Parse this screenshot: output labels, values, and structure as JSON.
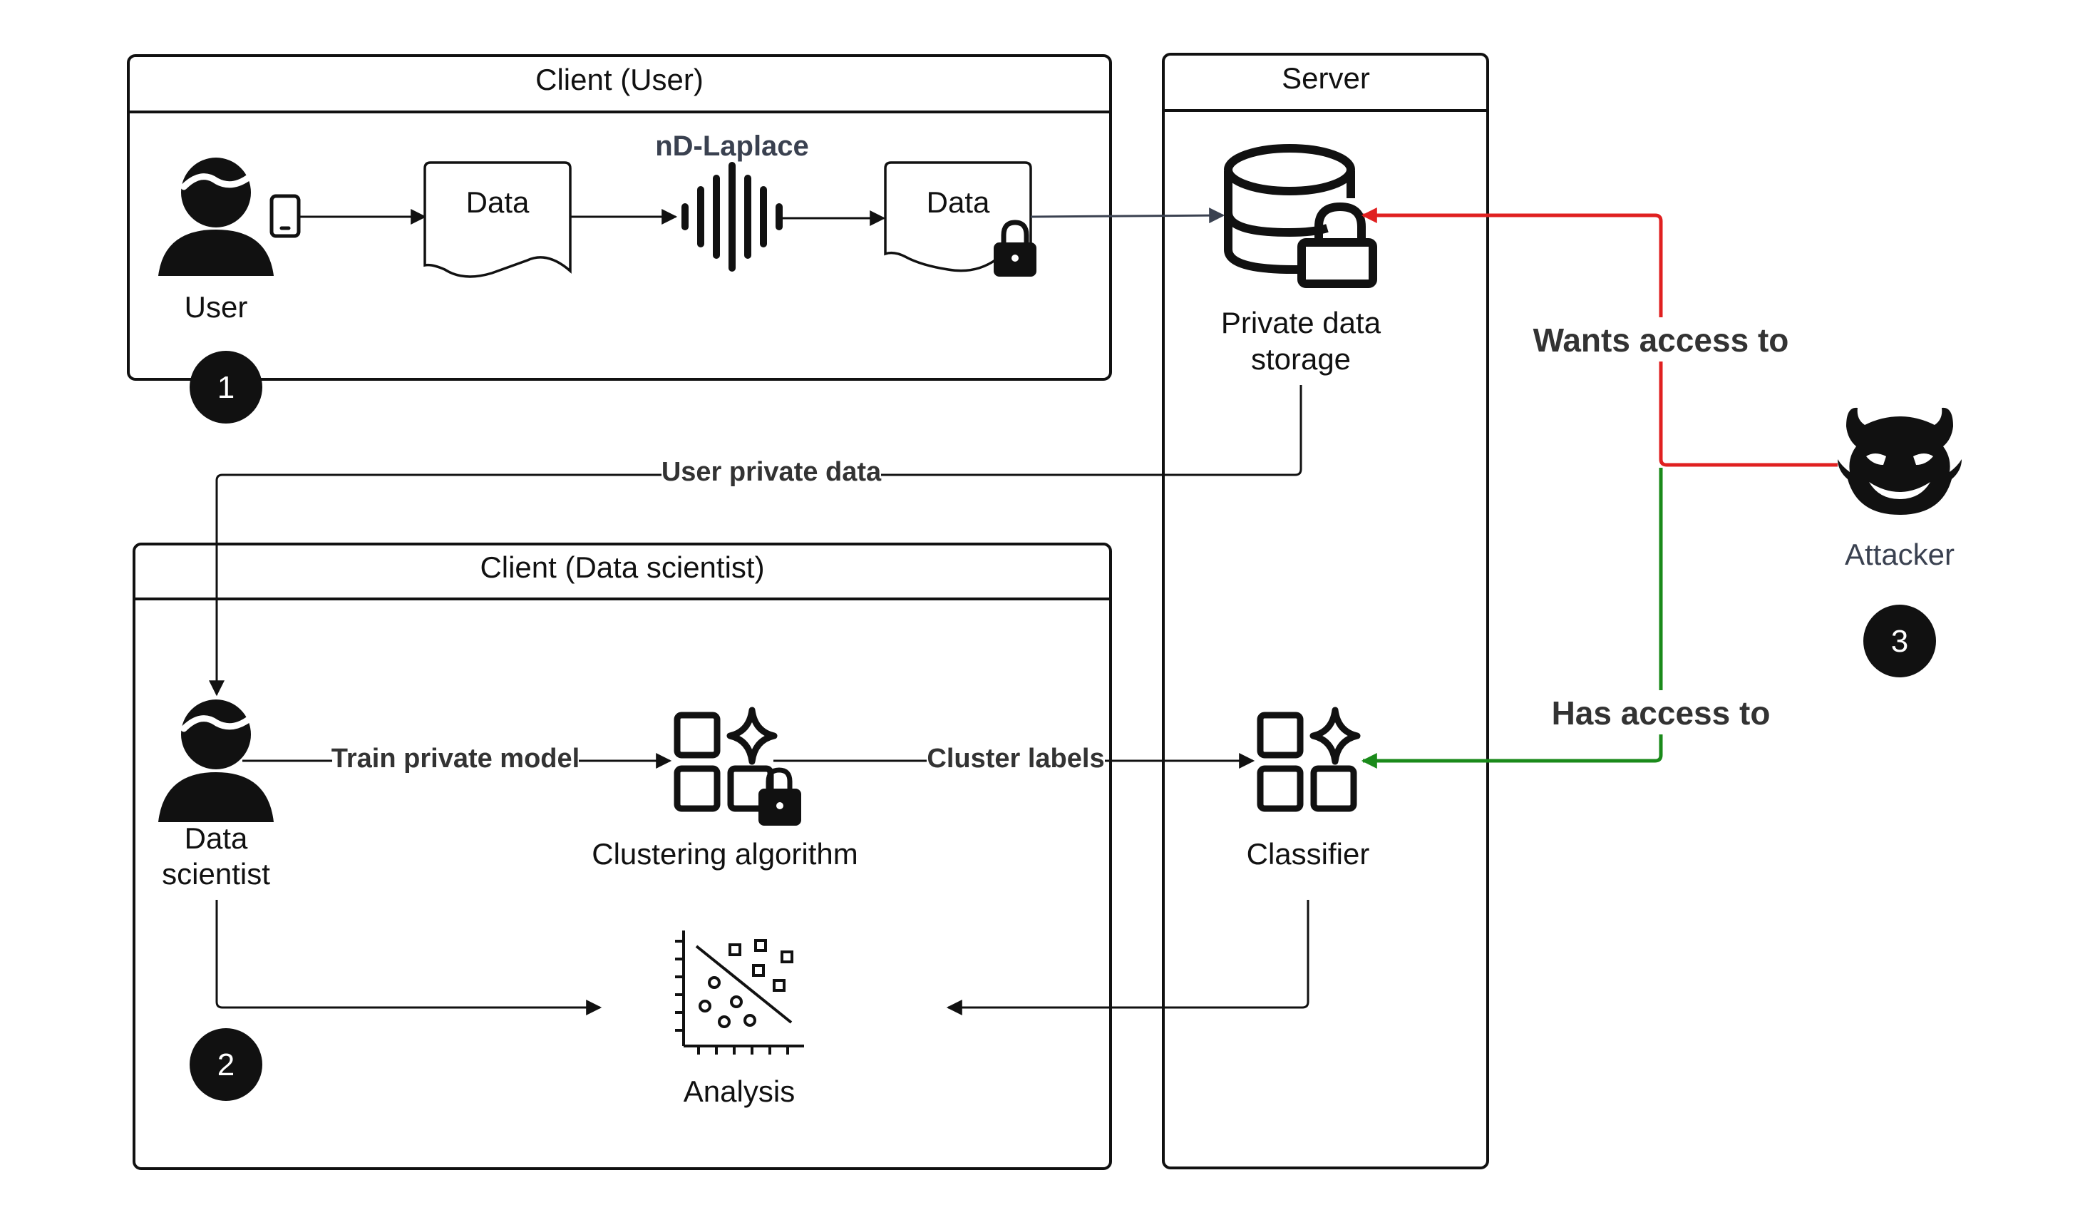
{
  "client_user": {
    "title": "Client (User)",
    "user_label": "User",
    "data_label": "Data",
    "noise_label": "nD-Laplace",
    "data_encrypted_label": "Data",
    "step": "1"
  },
  "server": {
    "title": "Server",
    "storage_label_line1": "Private data",
    "storage_label_line2": "storage",
    "classifier_label": "Classifier"
  },
  "client_ds": {
    "title": "Client (Data scientist)",
    "ds_label_line1": "Data",
    "ds_label_line2": "scientist",
    "clustering_label": "Clustering algorithm",
    "analysis_label": "Analysis",
    "step": "2"
  },
  "edges": {
    "user_private_data": "User private data",
    "train_private_model": "Train private model",
    "cluster_labels": "Cluster labels",
    "wants_access": "Wants access to",
    "has_access": "Has access to"
  },
  "attacker": {
    "label": "Attacker",
    "step": "3"
  },
  "colors": {
    "wants_access": "#e02020",
    "has_access": "#1a8a1a",
    "lines": "#111111",
    "encrypted_arrow": "#3a4150"
  }
}
